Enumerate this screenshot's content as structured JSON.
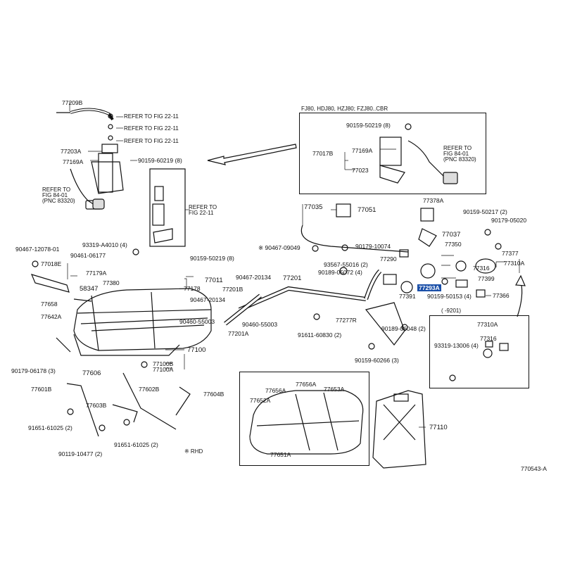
{
  "diagram": {
    "id_code": "770543-A",
    "highlight_color": "#1a4fa8",
    "legend_rhd": "※ RHD",
    "inset_top_right": {
      "title": "FJ80, HDJ80, HZJ80; FZJ80..CBR",
      "labels": [
        "90159-50219 (8)",
        "77017B",
        "77169A",
        "77023",
        "REFER TO",
        "FIG 84-01",
        "(PNC 83320)"
      ]
    },
    "inset_bottom_right": {
      "title": "(     -9201)",
      "labels": [
        "77310A",
        "77316",
        "93319-13006 (4)"
      ]
    },
    "inset_bottom_center": {
      "labels": [
        "77656A",
        "77656A",
        "77653A",
        "77652A",
        "77651A"
      ]
    },
    "top_left": {
      "labels": [
        "77209B",
        "REFER TO FIG 22-11",
        "REFER TO FIG 22-11",
        "REFER TO FIG 22-11",
        "77203A",
        "77169A",
        "90159-60219 (8)",
        "REFER TO",
        "FIG 84-01",
        "(PNC 83320)",
        "REFER TO",
        "FIG 22-11"
      ]
    },
    "parts": [
      {
        "id": "p-93319-A4010",
        "text": "93319-A4010 (4)"
      },
      {
        "id": "p-90467-12078",
        "text": "90467-12078-01"
      },
      {
        "id": "p-90461-06177",
        "text": "90461-06177"
      },
      {
        "id": "p-90159-50219",
        "text": "90159-50219 (8)"
      },
      {
        "id": "p-77018E",
        "text": "77018E"
      },
      {
        "id": "p-77179A",
        "text": "77179A"
      },
      {
        "id": "p-77380",
        "text": "77380"
      },
      {
        "id": "p-77011",
        "text": "77011"
      },
      {
        "id": "p-77178",
        "text": "77178"
      },
      {
        "id": "p-58347",
        "text": "58347"
      },
      {
        "id": "p-77658",
        "text": "77658"
      },
      {
        "id": "p-77642A",
        "text": "77642A"
      },
      {
        "id": "p-90467-20134a",
        "text": "90467-20134"
      },
      {
        "id": "p-77201B",
        "text": "77201B"
      },
      {
        "id": "p-90467-20134b",
        "text": "90467-20134"
      },
      {
        "id": "p-77201",
        "text": "77201"
      },
      {
        "id": "p-90460-55003a",
        "text": "90460-55003"
      },
      {
        "id": "p-90460-55003b",
        "text": "90460-55003"
      },
      {
        "id": "p-77201A",
        "text": "77201A"
      },
      {
        "id": "p-91611-60830",
        "text": "91611-60830 (2)"
      },
      {
        "id": "p-77100",
        "text": "77100"
      },
      {
        "id": "p-77100B",
        "text": "77100B"
      },
      {
        "id": "p-77100A",
        "text": "77100A"
      },
      {
        "id": "p-90179-06178",
        "text": "90179-06178 (3)"
      },
      {
        "id": "p-77606",
        "text": "77606"
      },
      {
        "id": "p-77601B",
        "text": "77601B"
      },
      {
        "id": "p-77602B",
        "text": "77602B"
      },
      {
        "id": "p-77604B",
        "text": "77604B"
      },
      {
        "id": "p-77603B",
        "text": "77603B"
      },
      {
        "id": "p-91651-61025a",
        "text": "91651-61025 (2)"
      },
      {
        "id": "p-91651-61025b",
        "text": "91651-61025 (2)"
      },
      {
        "id": "p-90119-10477",
        "text": "90119-10477 (2)"
      },
      {
        "id": "p-77035",
        "text": "77035"
      },
      {
        "id": "p-77051",
        "text": "77051"
      },
      {
        "id": "p-90467-09049",
        "text": "※ 90467-09049"
      },
      {
        "id": "p-93567-55016",
        "text": "93567-55016 (2)"
      },
      {
        "id": "p-90189-05072",
        "text": "90189-05072 (4)"
      },
      {
        "id": "p-90179-10074",
        "text": "90179-10074"
      },
      {
        "id": "p-77037",
        "text": "77037"
      },
      {
        "id": "p-77378A",
        "text": "77378A"
      },
      {
        "id": "p-77290",
        "text": "77290"
      },
      {
        "id": "p-77391",
        "text": "77391"
      },
      {
        "id": "p-77293A",
        "text": "77293A",
        "highlighted": true
      },
      {
        "id": "p-90159-50153",
        "text": "90159-50153 (4)"
      },
      {
        "id": "p-77366",
        "text": "77366"
      },
      {
        "id": "p-77277R",
        "text": "77277R"
      },
      {
        "id": "p-90189-06048",
        "text": "90189-06048 (2)"
      },
      {
        "id": "p-90159-60266",
        "text": "90159-60266 (3)"
      },
      {
        "id": "p-90159-50217",
        "text": "90159-50217 (2)"
      },
      {
        "id": "p-90179-05020",
        "text": "90179-05020"
      },
      {
        "id": "p-77350",
        "text": "77350"
      },
      {
        "id": "p-77377",
        "text": "77377"
      },
      {
        "id": "p-77310A",
        "text": "77310A"
      },
      {
        "id": "p-77316",
        "text": "77316"
      },
      {
        "id": "p-77399",
        "text": "77399"
      },
      {
        "id": "p-77110",
        "text": "77110"
      }
    ]
  }
}
